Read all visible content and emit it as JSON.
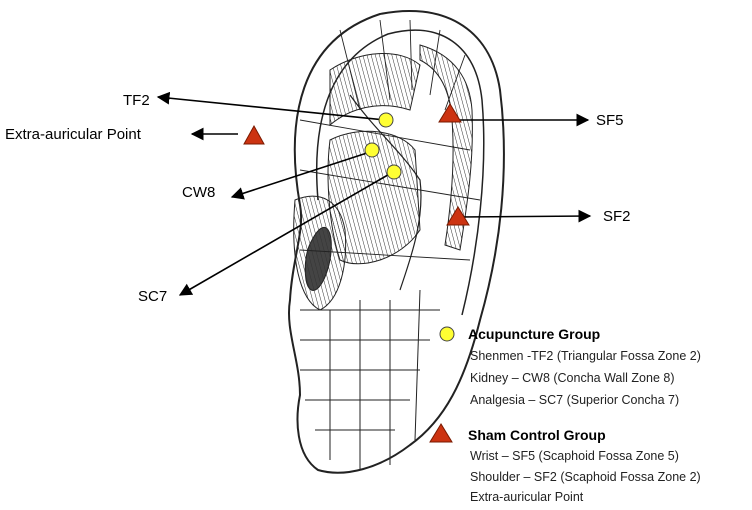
{
  "diagram": {
    "point_labels": {
      "tf2": "TF2",
      "extra": "Extra-auricular Point",
      "cw8": "CW8",
      "sc7": "SC7",
      "sf5": "SF5",
      "sf2": "SF2"
    },
    "legend": {
      "acupuncture": {
        "title": "Acupuncture Group",
        "items": [
          "Shenmen -TF2 (Triangular Fossa Zone 2)",
          "Kidney  – CW8 (Concha Wall Zone 8)",
          "Analgesia  – SC7 (Superior Concha 7)"
        ]
      },
      "sham": {
        "title": "Sham Control Group",
        "items": [
          "Wrist  – SF5 (Scaphoid Fossa Zone 5)",
          "Shoulder  – SF2 (Scaphoid Fossa Zone 2)",
          "Extra-auricular Point"
        ]
      }
    },
    "colors": {
      "acupuncture_marker": "#ffff33",
      "sham_marker": "#cc3311"
    }
  }
}
